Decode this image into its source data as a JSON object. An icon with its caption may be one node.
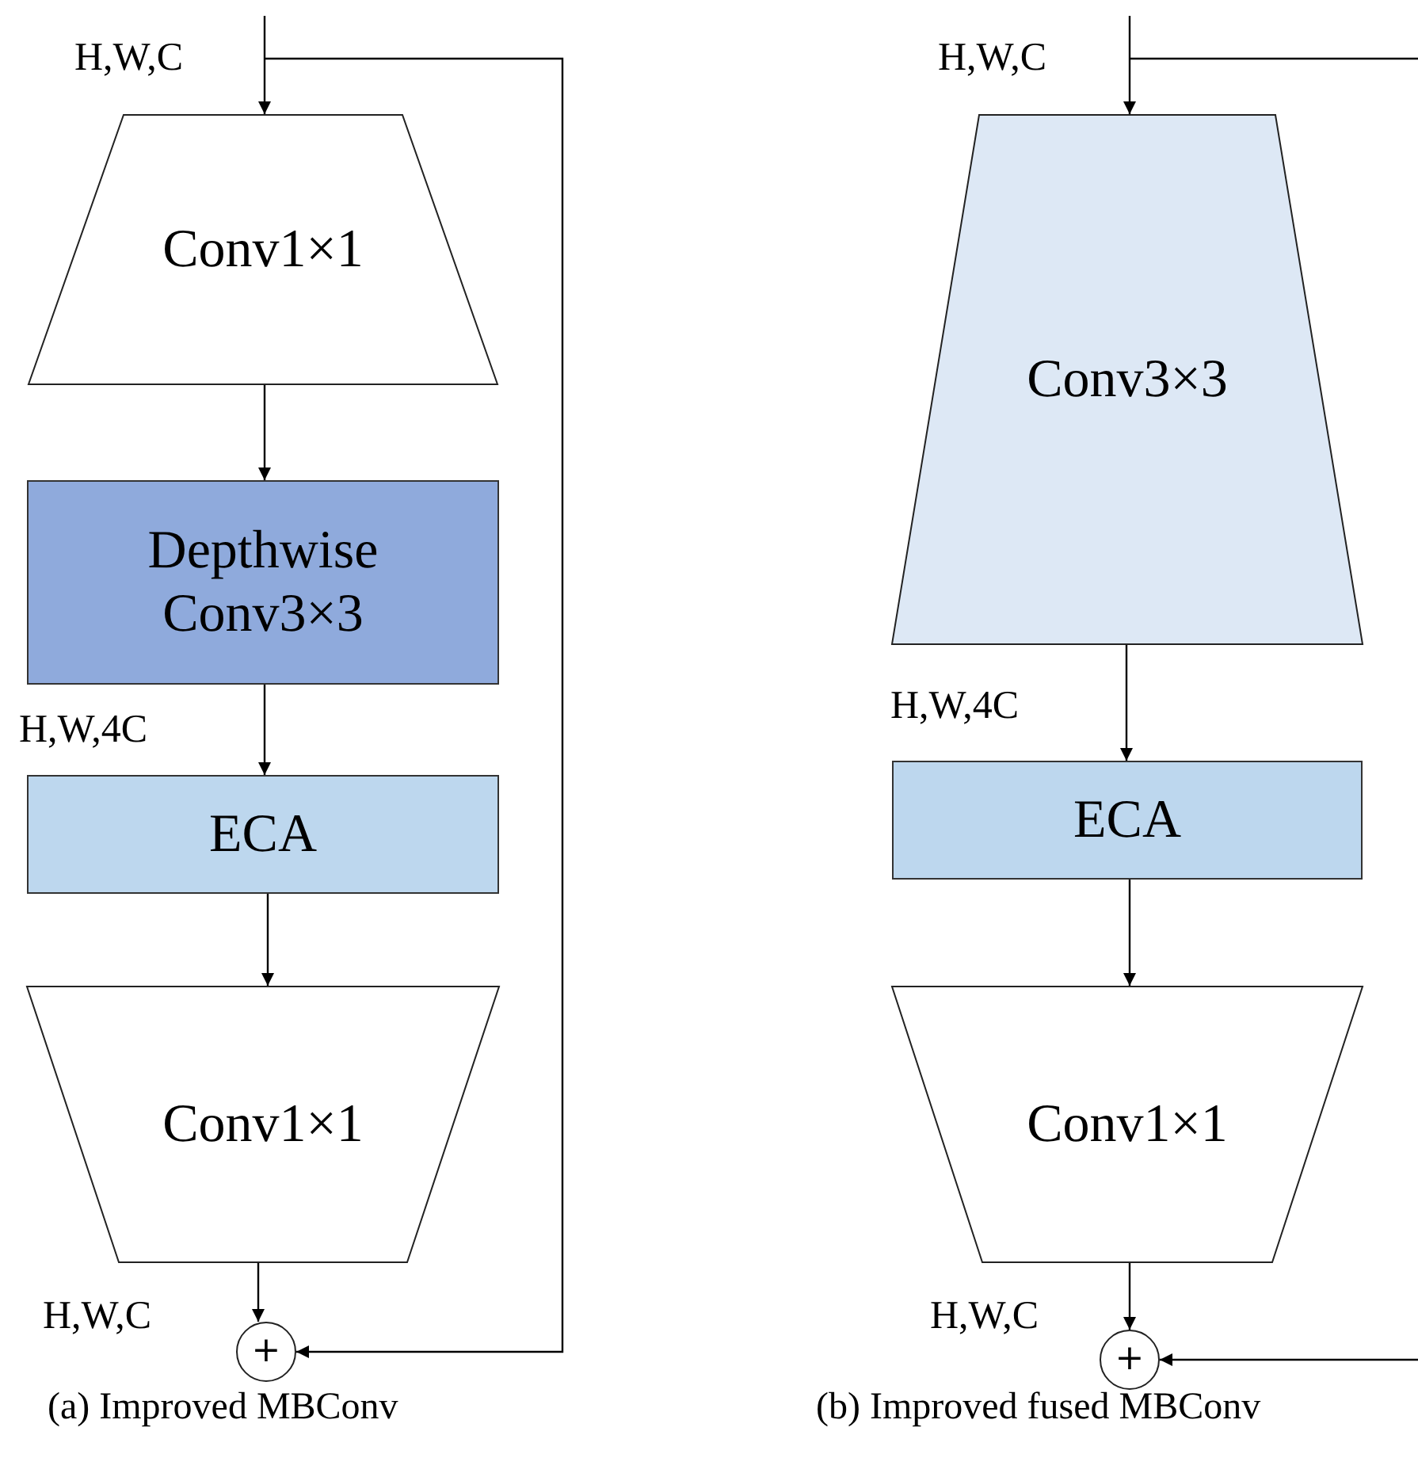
{
  "diagram": {
    "nodes": [
      {
        "text": [
          "Conv1×1"
        ]
      },
      {
        "text": [
          "Depthwise Conv3×3"
        ]
      },
      {
        "text": [
          "ECA"
        ]
      },
      {
        "text": [
          "Conv1×1"
        ]
      },
      {
        "text": [
          "+"
        ]
      },
      {
        "text": [
          "Conv3×3"
        ]
      },
      {
        "text": [
          "ECA"
        ]
      },
      {
        "text": [
          "Conv1×1"
        ]
      },
      {
        "text": [
          "+"
        ]
      }
    ],
    "edges": [
      {
        "from": null,
        "to": 0,
        "arrow": "to"
      },
      {
        "from": null,
        "to": 4,
        "arrow": "to"
      },
      {
        "from": 0,
        "to": 1,
        "arrow": "to"
      },
      {
        "from": 1,
        "to": 2,
        "arrow": "to"
      },
      {
        "from": 2,
        "to": 3,
        "arrow": "to"
      },
      {
        "from": 3,
        "to": 4,
        "arrow": "to"
      },
      {
        "from": null,
        "to": 5,
        "arrow": "to"
      },
      {
        "from": null,
        "to": 8,
        "arrow": "to"
      },
      {
        "from": 5,
        "to": 6,
        "arrow": "to"
      },
      {
        "from": 6,
        "to": 7,
        "arrow": "to"
      },
      {
        "from": 7,
        "to": 8,
        "arrow": "to"
      }
    ],
    "labels": [
      "H,W,C",
      "H,W,4C",
      "H,W,C",
      "(a) Improved MBConv",
      "H,W,C",
      "H,W,4C",
      "H,W,C",
      "(b) Improved fused MBConv"
    ]
  }
}
